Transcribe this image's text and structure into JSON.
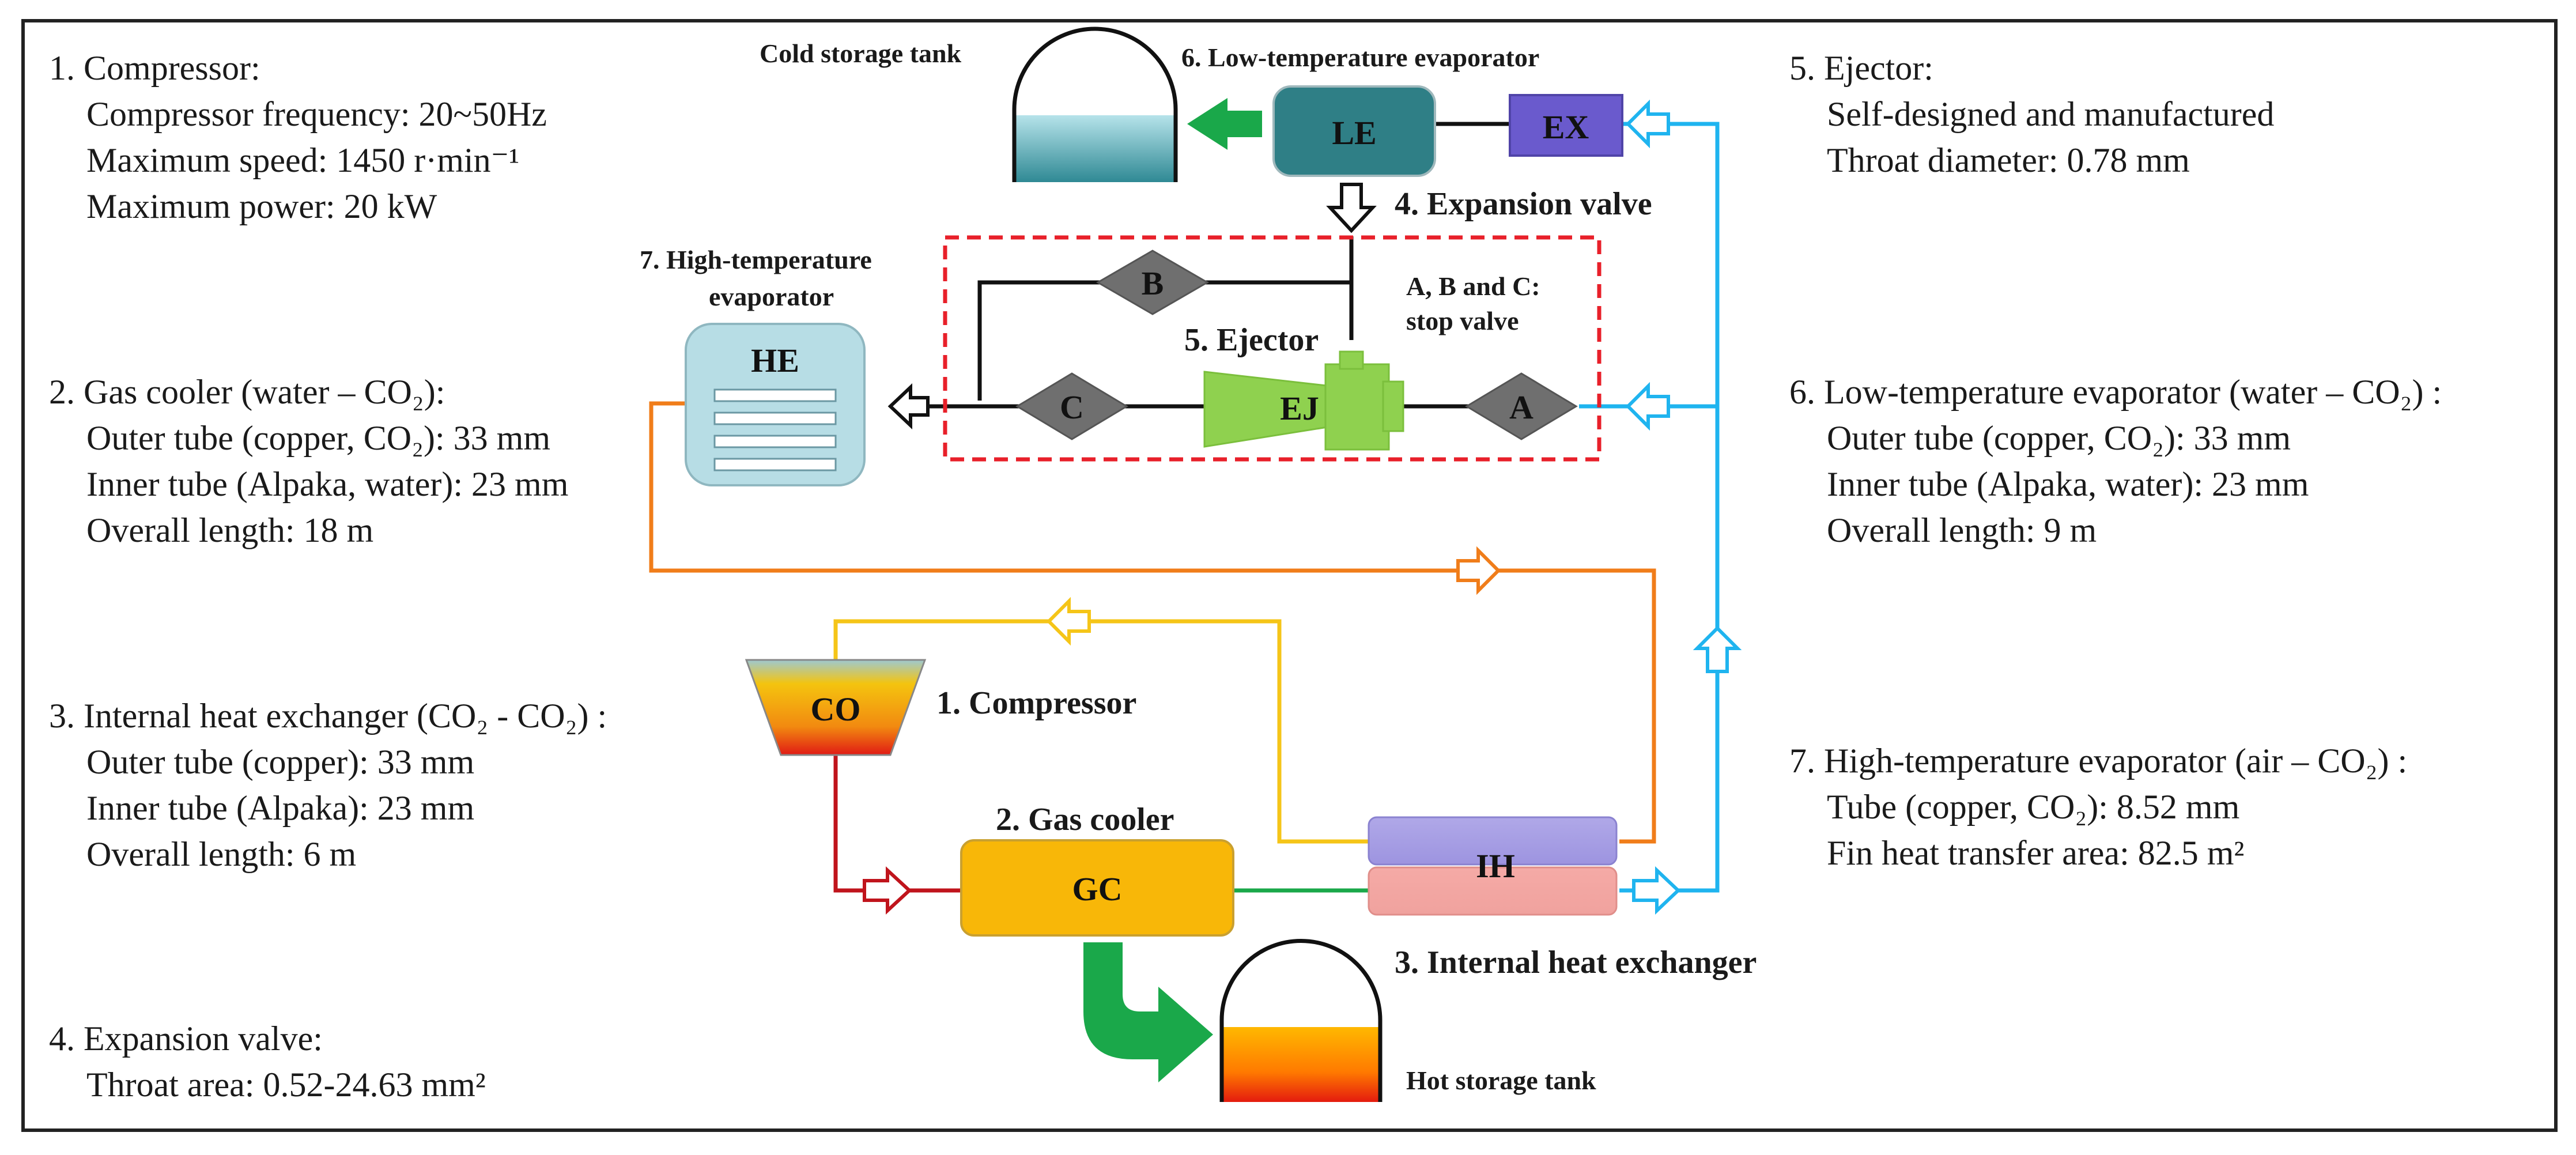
{
  "specs": {
    "left": [
      {
        "title": "1. Compressor:",
        "lines": [
          "Compressor frequency: 20~50Hz",
          "Maximum speed: 1450 r·min⁻¹",
          "Maximum power: 20 kW"
        ]
      },
      {
        "title": "2. Gas cooler (water – CO₂):",
        "lines": [
          "Outer tube (copper, CO₂): 33 mm",
          "Inner tube (Alpaka, water): 23 mm",
          "Overall  length: 18 m"
        ]
      },
      {
        "title": "3. Internal heat exchanger (CO₂ - CO₂) :",
        "lines": [
          "Outer tube (copper): 33 mm",
          "Inner tube (Alpaka): 23 mm",
          "Overall length: 6 m"
        ]
      },
      {
        "title": "4. Expansion valve:",
        "lines": [
          "Throat area: 0.52-24.63  mm²"
        ]
      }
    ],
    "right": [
      {
        "title": "5. Ejector:",
        "lines": [
          "Self-designed and manufactured",
          "Throat diameter: 0.78 mm"
        ]
      },
      {
        "title": "6. Low-temperature evaporator (water – CO₂) :",
        "lines": [
          "Outer tube (copper, CO₂): 33 mm",
          "Inner tube (Alpaka, water): 23 mm",
          "Overall  length: 9 m"
        ]
      },
      {
        "title": "7. High-temperature evaporator (air – CO₂) :",
        "lines": [
          "Tube (copper, CO₂): 8.52 mm",
          "Fin heat transfer area: 82.5 m²"
        ]
      }
    ]
  },
  "components": {
    "co": "CO",
    "gc": "GC",
    "ih": "IH",
    "he": "HE",
    "le": "LE",
    "ex": "EX",
    "ej": "EJ",
    "valve_a": "A",
    "valve_b": "B",
    "valve_c": "C"
  },
  "labels": {
    "cold_tank": "Cold storage tank",
    "hot_tank": "Hot storage tank",
    "compressor": "1. Compressor",
    "gas_cooler": "2. Gas cooler",
    "internal_hx": "3. Internal heat exchanger",
    "expansion_valve": "4. Expansion valve",
    "ejector": "5. Ejector",
    "lt_evap": "6. Low-temperature  evaporator",
    "ht_evap_line1": "7. High-temperature",
    "ht_evap_line2": "evaporator",
    "stop_valve_line1": "A, B and C:",
    "stop_valve_line2": "stop valve"
  },
  "colors": {
    "orange_line": "#f07d1a",
    "yellow_line": "#f5c518",
    "red_line": "#c0141c",
    "green_line": "#1aa84a",
    "blue_line": "#1fb4ef",
    "le_box": "#2f7f86",
    "ex_box": "#6a5acd",
    "he_box": "#b7dde5",
    "gc_box": "#f8b708",
    "ejector": "#8fd14f",
    "valve": "#6f6f6f",
    "dashed_box": "#e8202a"
  }
}
